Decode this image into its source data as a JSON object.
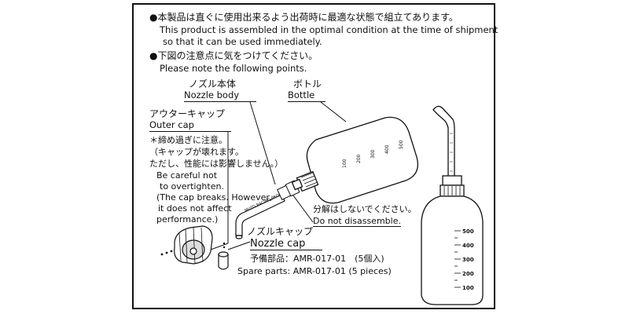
{
  "notes": {
    "line1_jp": "●本製品は直ぐに使用出来るよう出荷時に最適な状態で組立てあります。",
    "line1_en_a": "This product is assembled in the optimal condition at the time of shipment",
    "line1_en_b": "so that it can be used immediately.",
    "line2_jp": "●下図の注意点に気をつけてください。",
    "line2_en": "Please note the following points."
  },
  "labels": {
    "nozzle_body_jp": "ノズル本体",
    "nozzle_body_en": "Nozzle body",
    "bottle_jp": "ボトル",
    "bottle_en": "Bottle",
    "outer_cap_jp": "アウターキャップ",
    "outer_cap_en": "Outer cap",
    "caution_jp_1": "＊締め過ぎに注意。",
    "caution_jp_2": "（キャップが壊れます。",
    "caution_jp_3": "ただし、性能には影響しません。）",
    "caution_en_1": "Be careful not",
    "caution_en_2": "to overtighten.",
    "caution_en_3": "(The cap breaks. However,",
    "caution_en_4": "it does not affect",
    "caution_en_5": "performance.)",
    "no_disassemble_jp": "分解はしないでください。",
    "no_disassemble_en": "Do not disassemble.",
    "nozzle_cap_jp": "ノズルキャップ",
    "nozzle_cap_en": "Nozzle cap",
    "spare_jp": "予備部品：AMR-017-01　(5個入)",
    "spare_en": "Spare parts: AMR-017-01 (5 pieces)"
  },
  "bottle_scale": [
    "500",
    "400",
    "300",
    "200",
    "100"
  ],
  "nozzle_print": "MUTO RACING PRODUCTS"
}
